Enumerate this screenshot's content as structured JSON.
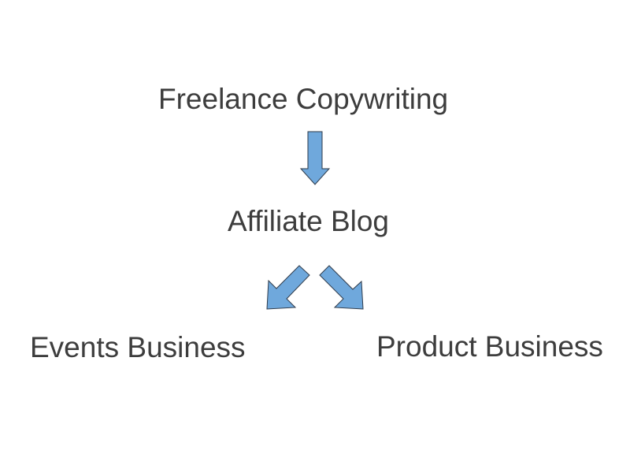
{
  "diagram": {
    "nodes": [
      {
        "id": "freelance",
        "label": "Freelance Copywriting"
      },
      {
        "id": "affiliate",
        "label": "Affiliate Blog"
      },
      {
        "id": "events",
        "label": "Events Business"
      },
      {
        "id": "product",
        "label": "Product Business"
      }
    ],
    "edges": [
      {
        "from": "freelance",
        "to": "affiliate"
      },
      {
        "from": "affiliate",
        "to": "events"
      },
      {
        "from": "affiliate",
        "to": "product"
      }
    ]
  },
  "colors": {
    "arrow_fill": "#6fa8dc",
    "arrow_stroke": "#2f3b4a",
    "text": "#3d3d3d",
    "background": "#ffffff"
  }
}
